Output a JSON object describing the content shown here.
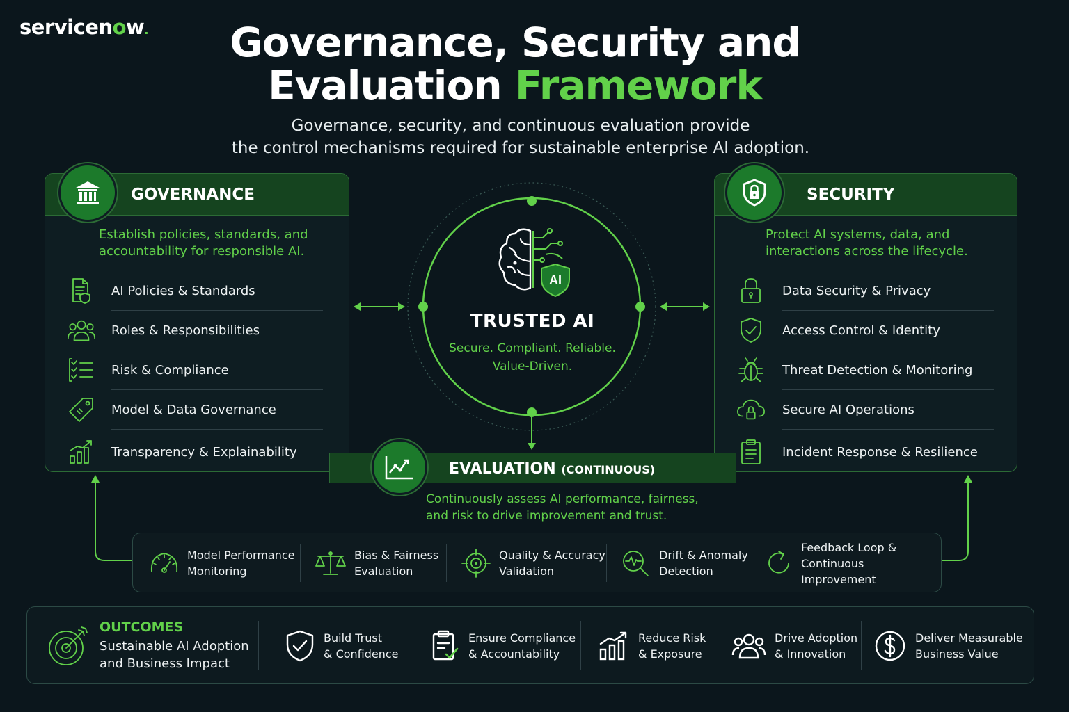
{
  "header": {
    "logo_main": "servicen",
    "logo_o": "o",
    "logo_end": "w",
    "logo_mark": ".",
    "title_line1": "Governance, Security and",
    "title_line2_white": "Evaluation ",
    "title_line2_green": "Framework",
    "subtitle_line1": "Governance, security, and continuous evaluation provide",
    "subtitle_line2": "the control mechanisms required for sustainable enterprise AI adoption."
  },
  "governance": {
    "title": "GOVERNANCE",
    "desc_line1": "Establish policies, standards, and",
    "desc_line2": "accountability for responsible AI.",
    "items": [
      {
        "label": "AI Policies & Standards",
        "icon": "policy-document-icon"
      },
      {
        "label": "Roles & Responsibilities",
        "icon": "people-group-icon"
      },
      {
        "label": "Risk & Compliance",
        "icon": "checklist-icon"
      },
      {
        "label": "Model & Data Governance",
        "icon": "tag-icon"
      },
      {
        "label": "Transparency & Explainability",
        "icon": "bar-chart-icon"
      }
    ]
  },
  "security": {
    "title": "SECURITY",
    "desc_line1": "Protect AI systems, data, and",
    "desc_line2": "interactions across the lifecycle.",
    "items": [
      {
        "label": "Data Security & Privacy",
        "icon": "padlock-icon"
      },
      {
        "label": "Access Control & Identity",
        "icon": "shield-check-icon"
      },
      {
        "label": "Threat Detection & Monitoring",
        "icon": "bug-icon"
      },
      {
        "label": "Secure AI Operations",
        "icon": "cloud-lock-icon"
      },
      {
        "label": "Incident Response & Resilience",
        "icon": "clipboard-icon"
      }
    ]
  },
  "center": {
    "badge": "AI",
    "title": "TRUSTED AI",
    "tagline_line1": "Secure. Compliant. Reliable.",
    "tagline_line2": "Value-Driven."
  },
  "evaluation": {
    "title": "EVALUATION",
    "title_suffix": "(CONTINUOUS)",
    "desc_line1": "Continuously assess AI performance, fairness,",
    "desc_line2": "and risk to drive improvement and trust.",
    "items": [
      {
        "line1": "Model Performance",
        "line2": "Monitoring",
        "icon": "gauge-icon"
      },
      {
        "line1": "Bias & Fairness",
        "line2": "Evaluation",
        "icon": "scales-icon"
      },
      {
        "line1": "Quality & Accuracy",
        "line2": "Validation",
        "icon": "target-crosshair-icon"
      },
      {
        "line1": "Drift & Anomaly",
        "line2": "Detection",
        "icon": "magnifier-pulse-icon"
      },
      {
        "line1": "Feedback Loop &",
        "line2": "Continuous Improvement",
        "icon": "refresh-icon"
      }
    ]
  },
  "outcomes": {
    "title": "OUTCOMES",
    "sub_line1": "Sustainable AI Adoption",
    "sub_line2": "and Business Impact",
    "items": [
      {
        "line1": "Build Trust",
        "line2": "& Confidence",
        "icon": "shield-check-icon"
      },
      {
        "line1": "Ensure Compliance",
        "line2": "& Accountability",
        "icon": "clipboard-check-icon"
      },
      {
        "line1": "Reduce Risk",
        "line2": "& Exposure",
        "icon": "trend-chart-icon"
      },
      {
        "line1": "Drive Adoption",
        "line2": "& Innovation",
        "icon": "people-group-icon"
      },
      {
        "line1": "Deliver Measurable",
        "line2": "Business Value",
        "icon": "dollar-coin-icon"
      }
    ]
  },
  "colors": {
    "accent": "#62d14a",
    "background": "#0b161c",
    "header_band": "#15441f",
    "badge": "#1c7a2b"
  }
}
